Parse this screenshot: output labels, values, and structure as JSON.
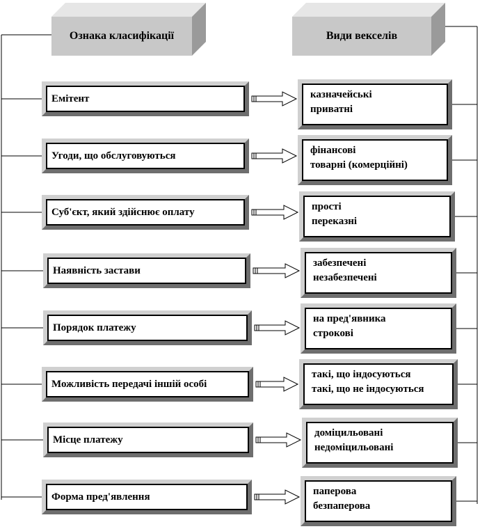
{
  "headers": {
    "left": "Ознака класифікації",
    "right": "Види векселів"
  },
  "rows": [
    {
      "criterion": "Емітент",
      "types": [
        "казначейські",
        "приватні"
      ]
    },
    {
      "criterion": "Угоди, що обслуговуються",
      "types": [
        "фінансові",
        "товарні (комерційні)"
      ]
    },
    {
      "criterion": "Суб'єкт, який здійснює оплату",
      "types": [
        "прості",
        "переказні"
      ]
    },
    {
      "criterion": "Наявність застави",
      "types": [
        "забезпечені",
        "незабезпечені"
      ]
    },
    {
      "criterion": "Порядок платежу",
      "types": [
        "на пред'явника",
        "строкові"
      ]
    },
    {
      "criterion": "Можливість передачі іншій особі",
      "types": [
        "такі, що індосуються",
        "такі, що не індосуються"
      ]
    },
    {
      "criterion": "Місце платежу",
      "types": [
        "доміцильовані",
        "недоміцильовані"
      ]
    },
    {
      "criterion": "Форма пред'явлення",
      "types": [
        "паперова",
        "безпаперова"
      ]
    }
  ],
  "colors": {
    "header_face": "#c8c8c8",
    "header_top": "#e6e6e6",
    "header_side": "#9a9a9a",
    "bevel_light": "#d0d0d0",
    "bevel_dark": "#6e6e6e"
  }
}
